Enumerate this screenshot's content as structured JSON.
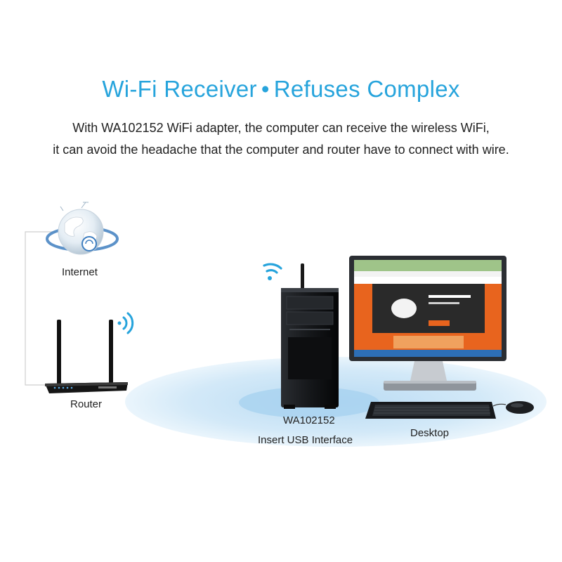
{
  "header": {
    "title_part1": "Wi-Fi Receiver",
    "title_separator": "•",
    "title_part2": "Refuses Complex",
    "line1": "With WA102152 WiFi adapter, the computer can receive the wireless WiFi,",
    "line2": "it can avoid the headache that the computer and router have to connect with wire."
  },
  "labels": {
    "internet": "Internet",
    "router": "Router",
    "model": "WA102152",
    "usb": "Insert USB Interface",
    "desktop": "Desktop"
  },
  "colors": {
    "accent": "#27a4dc",
    "screen_orange": "#e8641e",
    "ellipse": "#cfe6f6"
  },
  "icons": [
    "globe-icon",
    "wifi-signal-icon",
    "router-icon",
    "pc-tower-icon",
    "monitor-icon",
    "keyboard-icon",
    "mouse-icon"
  ]
}
